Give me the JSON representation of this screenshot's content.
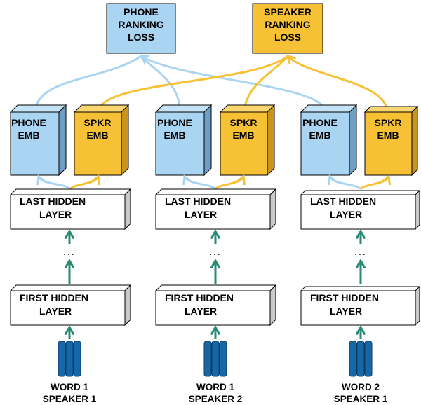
{
  "losses": {
    "phone": {
      "line1": "PHONE",
      "line2": "RANKING",
      "line3": "LOSS"
    },
    "speaker": {
      "line1": "SPEAKER",
      "line2": "RANKING",
      "line3": "LOSS"
    }
  },
  "columns": [
    {
      "phone_emb": {
        "line1": "PHONE",
        "line2": "EMB"
      },
      "spkr_emb": {
        "line1": "SPKR",
        "line2": "EMB"
      },
      "last_hidden": {
        "line1": "LAST HIDDEN",
        "line2": "LAYER"
      },
      "ellipsis": "...",
      "first_hidden": {
        "line1": "FIRST HIDDEN",
        "line2": "LAYER"
      },
      "caption": {
        "line1": "WORD 1",
        "line2": "SPEAKER 1"
      }
    },
    {
      "phone_emb": {
        "line1": "PHONE",
        "line2": "EMB"
      },
      "spkr_emb": {
        "line1": "SPKR",
        "line2": "EMB"
      },
      "last_hidden": {
        "line1": "LAST HIDDEN",
        "line2": "LAYER"
      },
      "ellipsis": "...",
      "first_hidden": {
        "line1": "FIRST HIDDEN",
        "line2": "LAYER"
      },
      "caption": {
        "line1": "WORD 1",
        "line2": "SPEAKER 2"
      }
    },
    {
      "phone_emb": {
        "line1": "PHONE",
        "line2": "EMB"
      },
      "spkr_emb": {
        "line1": "SPKR",
        "line2": "EMB"
      },
      "last_hidden": {
        "line1": "LAST HIDDEN",
        "line2": "LAYER"
      },
      "ellipsis": "...",
      "first_hidden": {
        "line1": "FIRST HIDDEN",
        "line2": "LAYER"
      },
      "caption": {
        "line1": "WORD 2",
        "line2": "SPEAKER 1"
      }
    }
  ],
  "colors": {
    "phone": "#a9d4f2",
    "phone_dark": "#6f9fc6",
    "speaker": "#f7c136",
    "speaker_dark": "#c9951c",
    "arrow": "#2a8a73",
    "input": "#1667a8",
    "box_side": "#c9c9c9"
  }
}
